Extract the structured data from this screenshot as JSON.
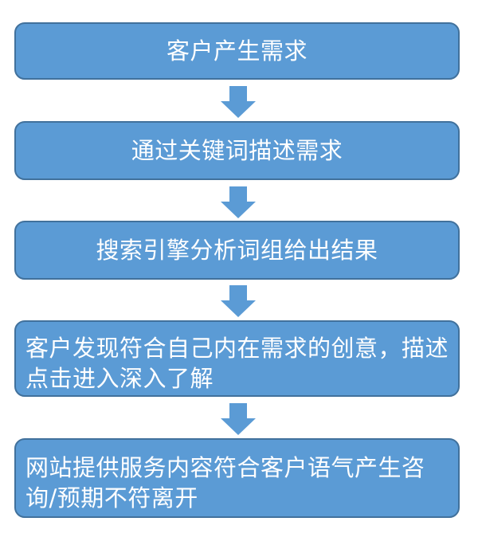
{
  "diagram": {
    "type": "flowchart",
    "orientation": "vertical",
    "background_color": "#FFFFFF",
    "node_fill_color": "#5B9BD5",
    "node_border_color": "#41719C",
    "node_text_color": "#FFFFFF",
    "arrow_color": "#5B9BD5",
    "nodes": [
      {
        "id": "node-0",
        "label": "客户产生需求",
        "align": "center",
        "lines": 1
      },
      {
        "id": "node-1",
        "label": "通过关键词描述需求",
        "align": "center",
        "lines": 1
      },
      {
        "id": "node-2",
        "label": "搜索引擎分析词组给出结果",
        "align": "center",
        "lines": 1
      },
      {
        "id": "node-3",
        "label": "客户发现符合自己内在需求的创意，描述点击进入深入了解",
        "align": "left",
        "lines": 2
      },
      {
        "id": "node-4",
        "label": "网站提供服务内容符合客户语气产生咨询/预期不符离开",
        "align": "left",
        "lines": 2
      }
    ],
    "connectors": [
      {
        "id": "arrow-0",
        "icon": "arrow-down-icon",
        "from": "node-0",
        "to": "node-1"
      },
      {
        "id": "arrow-1",
        "icon": "arrow-down-icon",
        "from": "node-1",
        "to": "node-2"
      },
      {
        "id": "arrow-2",
        "icon": "arrow-down-icon",
        "from": "node-2",
        "to": "node-3"
      },
      {
        "id": "arrow-3",
        "icon": "arrow-down-icon",
        "from": "node-3",
        "to": "node-4"
      }
    ]
  }
}
